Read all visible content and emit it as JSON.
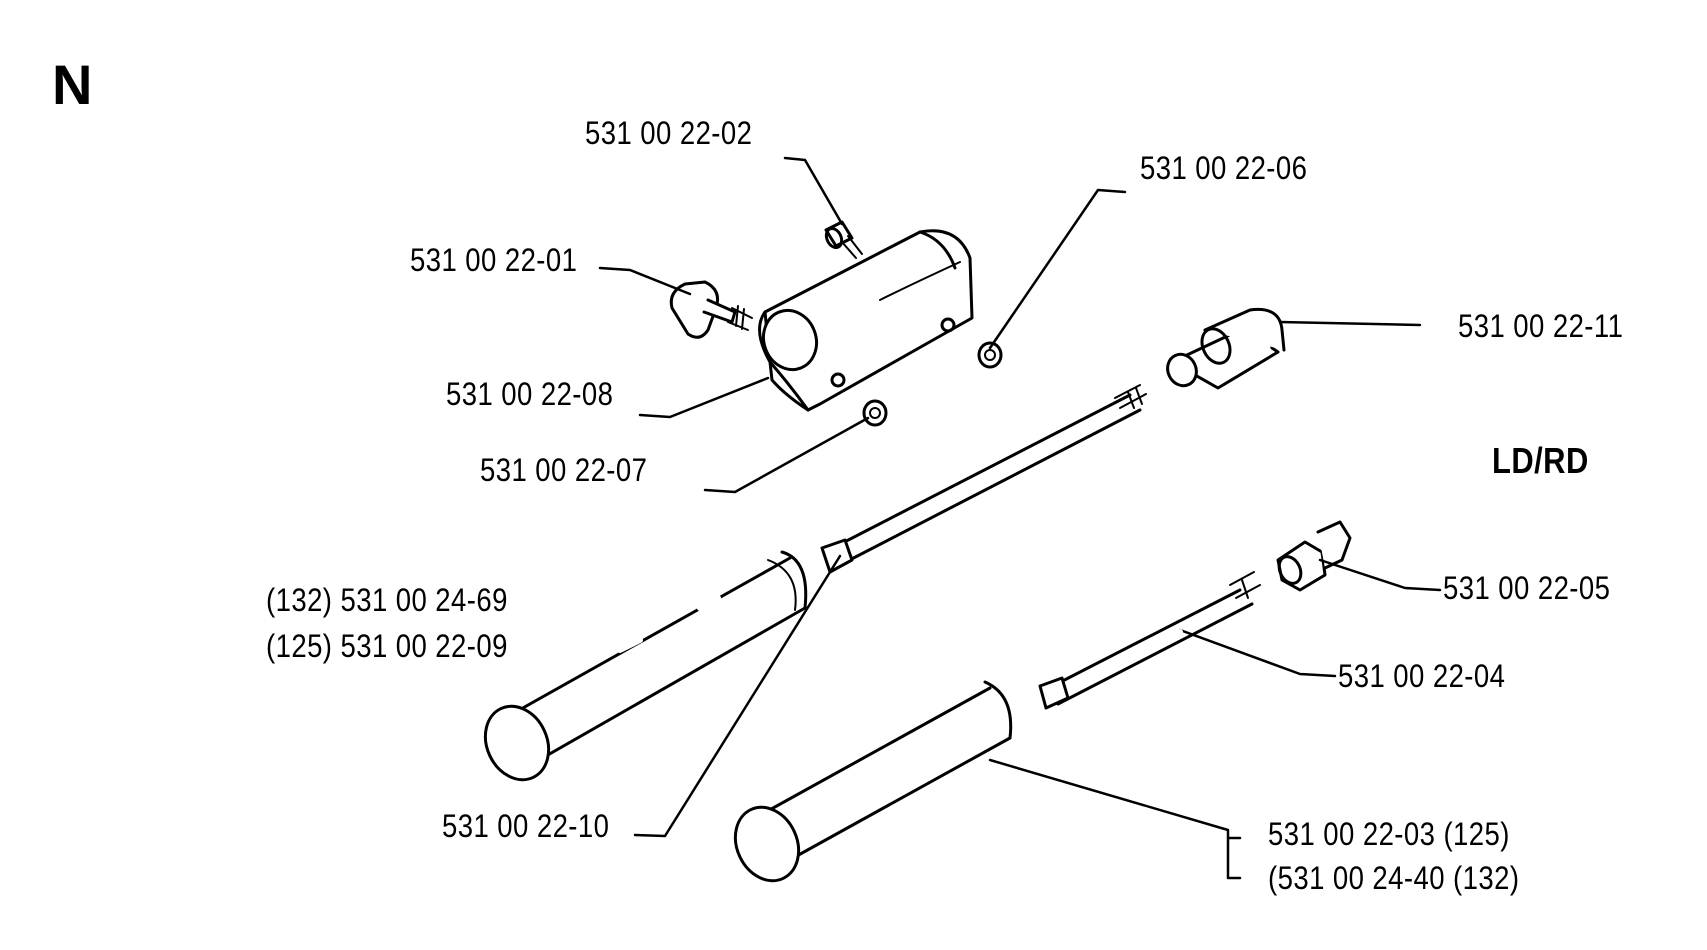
{
  "diagram": {
    "section_letter": "N",
    "variant_label": "LD/RD",
    "callouts": {
      "p01": "531 00 22-01",
      "p02": "531 00 22-02",
      "p06": "531 00 22-06",
      "p11": "531 00 22-11",
      "p08": "531 00 22-08",
      "p07": "531 00 22-07",
      "p69": "(132) 531 00 24-69",
      "p09": "(125) 531 00 22-09",
      "p05": "531 00 22-05",
      "p04": "531 00 22-04",
      "p10": "531 00 22-10",
      "p03": "531 00 22-03 (125)",
      "p40": "(531 00 24-40 (132)"
    }
  }
}
